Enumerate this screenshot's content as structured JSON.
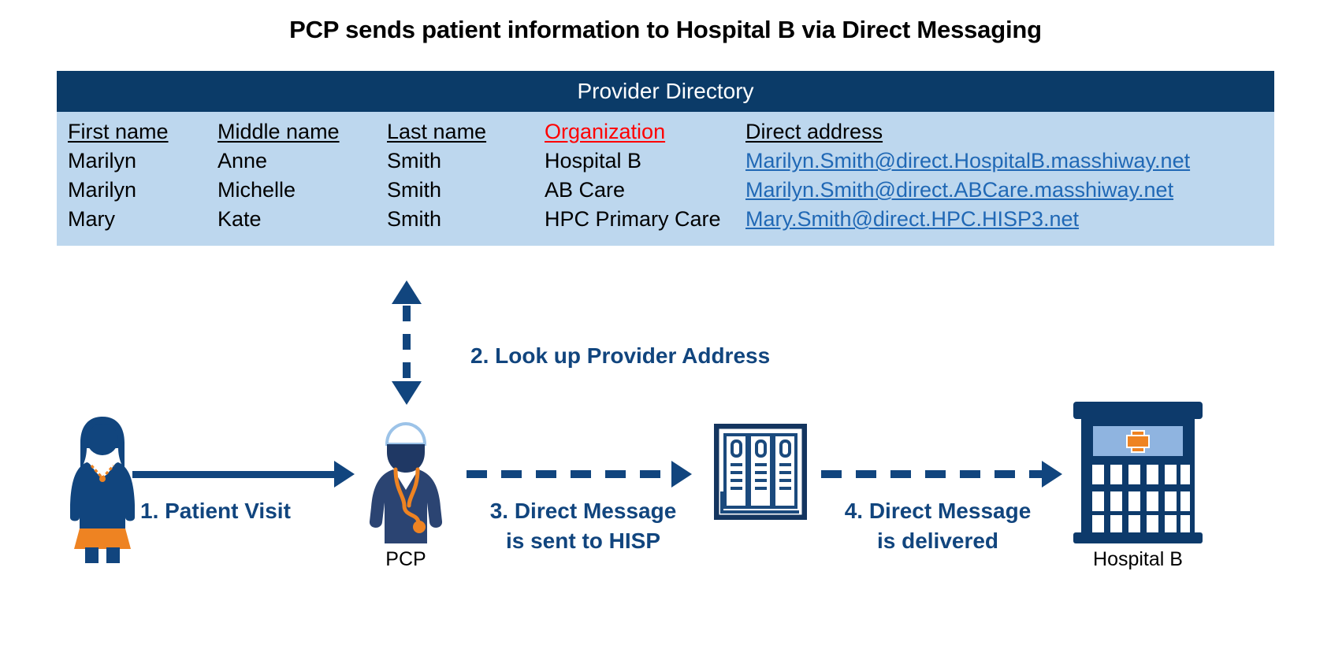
{
  "page": {
    "title": "PCP sends patient information to Hospital B via Direct Messaging",
    "background": "#ffffff",
    "navy": "#11457e",
    "header_navy": "#0b3b68",
    "table_fill": "#bdd7ee",
    "link_blue": "#2068b5",
    "accent_orange": "#ee8322",
    "alert_red": "#ff0000"
  },
  "directory": {
    "header": "Provider Directory",
    "columns": [
      {
        "label": "First name",
        "highlight": false
      },
      {
        "label": "Middle name",
        "highlight": false
      },
      {
        "label": "Last name",
        "highlight": false
      },
      {
        "label": "Organization",
        "highlight": true
      },
      {
        "label": "Direct address",
        "highlight": false
      }
    ],
    "rows": [
      {
        "first_name": "Marilyn",
        "middle_name": "Anne",
        "last_name": "Smith",
        "organization": "Hospital B",
        "direct_address": "Marilyn.Smith@direct.HospitalB.masshiway.net"
      },
      {
        "first_name": "Marilyn",
        "middle_name": "Michelle",
        "last_name": "Smith",
        "organization": "AB Care",
        "direct_address": "Marilyn.Smith@direct.ABCare.masshiway.net"
      },
      {
        "first_name": "Mary",
        "middle_name": "Kate",
        "last_name": "Smith",
        "organization": "HPC Primary Care",
        "direct_address": "Mary.Smith@direct.HPC.HISP3.net"
      }
    ]
  },
  "flow": {
    "steps": [
      {
        "id": "step-1",
        "label": "1. Patient Visit",
        "arrow": "solid-right"
      },
      {
        "id": "step-2",
        "label": "2. Look up Provider Address",
        "arrow": "dashed-vertical-double"
      },
      {
        "id": "step-3",
        "line1": "3. Direct Message",
        "line2": "is sent to HISP",
        "arrow": "dashed-right"
      },
      {
        "id": "step-4",
        "line1": "4. Direct Message",
        "line2": "is delivered",
        "arrow": "dashed-right"
      }
    ],
    "nodes": [
      {
        "id": "patient",
        "icon": "patient-female-icon",
        "caption": ""
      },
      {
        "id": "pcp",
        "icon": "doctor-icon",
        "caption": "PCP"
      },
      {
        "id": "hisp",
        "icon": "server-rack-icon",
        "caption": ""
      },
      {
        "id": "hospital",
        "icon": "hospital-building-icon",
        "caption": "Hospital B"
      }
    ]
  }
}
